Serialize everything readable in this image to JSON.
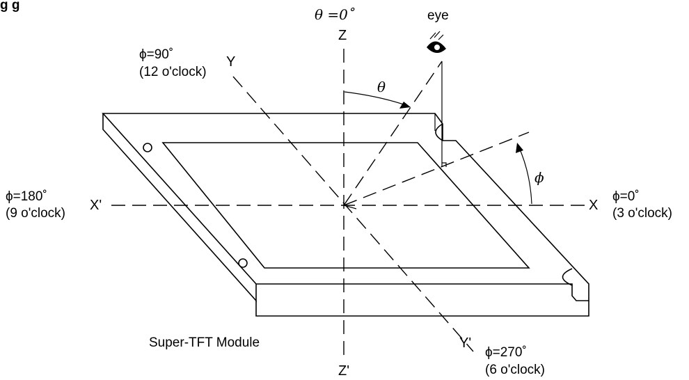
{
  "title_fragment": "g  g",
  "axes": {
    "z_pos": "Z",
    "z_neg": "Z'",
    "x_pos": "X",
    "x_neg": "X'",
    "y_pos": "Y",
    "y_neg": "Y'"
  },
  "angles": {
    "theta_symbol": "θ",
    "theta_zero": "θ =0˚",
    "phi_symbol": "ϕ",
    "phi_0": "ϕ=0˚",
    "phi_0_clock": "(3 o'clock)",
    "phi_90": "ϕ=90˚",
    "phi_90_clock": "(12 o'clock)",
    "phi_180": "ϕ=180˚",
    "phi_180_clock": "(9 o'clock)",
    "phi_270": "ϕ=270˚",
    "phi_270_clock": "(6 o'clock)"
  },
  "eye_label": "eye",
  "module_label": "Super-TFT  Module"
}
